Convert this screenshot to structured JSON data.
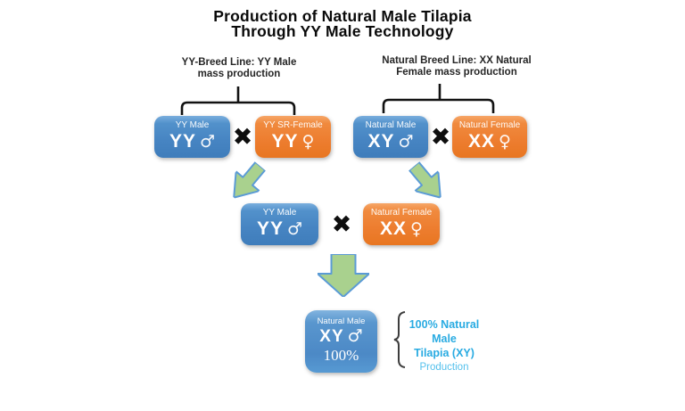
{
  "title": {
    "line1": "Production of Natural Male Tilapia",
    "line2": "Through YY Male Technology"
  },
  "breed_lines": [
    {
      "label_line1": "YY-Breed Line: YY Male",
      "label_line2": "mass production"
    },
    {
      "label_line1": "Natural Breed Line: XX Natural",
      "label_line2": "Female mass production"
    }
  ],
  "cross": "✖",
  "row1": [
    {
      "name": "YY Male",
      "genotype": "YY",
      "sex_symbol": "♂",
      "color": "blue"
    },
    {
      "name": "YY SR-Female",
      "genotype": "YY",
      "sex_symbol": "♀",
      "color": "orange"
    },
    {
      "name": "Natural Male",
      "genotype": "XY",
      "sex_symbol": "♂",
      "color": "blue"
    },
    {
      "name": "Natural Female",
      "genotype": "XX",
      "sex_symbol": "♀",
      "color": "orange"
    }
  ],
  "row2": [
    {
      "name": "YY Male",
      "genotype": "YY",
      "sex_symbol": "♂",
      "color": "blue"
    },
    {
      "name": "Natural Female",
      "genotype": "XX",
      "sex_symbol": "♀",
      "color": "orange"
    }
  ],
  "final_box": {
    "name": "Natural Male",
    "genotype": "XY",
    "sex_symbol": "♂",
    "percent": "100%"
  },
  "result": {
    "line1": "100% Natural Male",
    "line2": "Tilapia (XY)",
    "line3": "Production"
  },
  "colors": {
    "blue_box": "#4684C2",
    "orange_box": "#ED7D2F",
    "arrow_fill": "#A9D18E",
    "arrow_stroke": "#5B9BD5",
    "result_text": "#29ABE2",
    "result_text_light": "#53C0EC",
    "bracket": "#121212"
  }
}
